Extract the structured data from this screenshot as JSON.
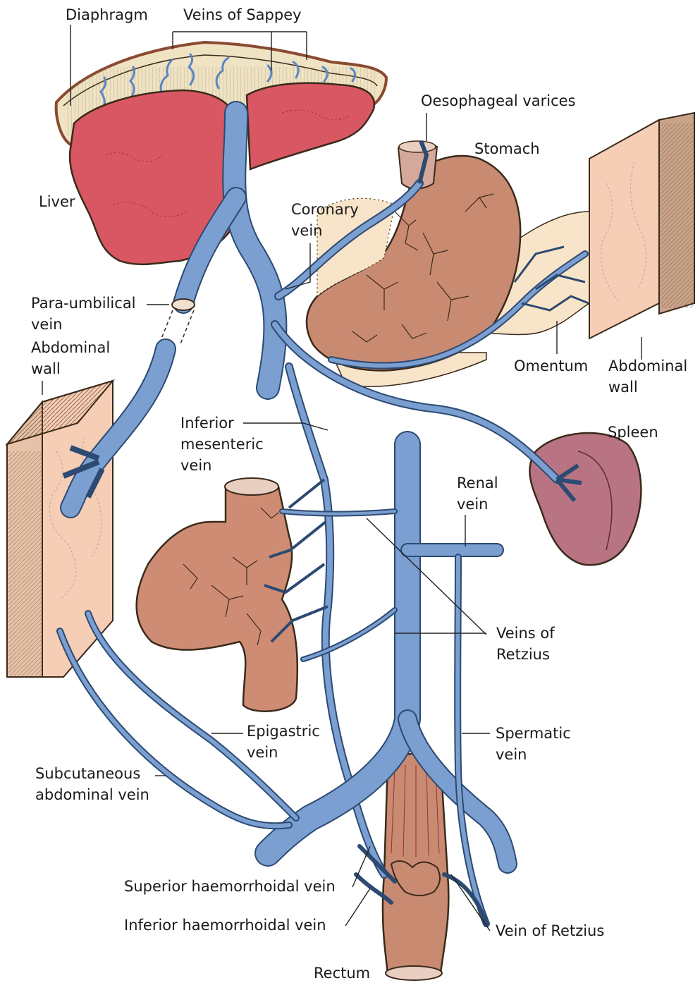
{
  "colors": {
    "vein": "#7a9fd0",
    "vein_outline": "#2c4a72",
    "liver": "#d85763",
    "diaphragm": "#efe3c4",
    "stomach": "#c98a72",
    "abdominal_wall": "#f6cdb5",
    "spleen": "#b87482",
    "omentum": "#f8e4c8",
    "bowel": "#cf8c74",
    "rectum": "#c98a72"
  },
  "labels": {
    "diaphragm": "Diaphragm",
    "veins_of_sappey": "Veins of Sappey",
    "oesophageal_varices": "Oesophageal varices",
    "stomach": "Stomach",
    "liver": "Liver",
    "coronary_vein_1": "Coronary",
    "coronary_vein_2": "vein",
    "para_umbilical_1": "Para-umbilical",
    "para_umbilical_2": "vein",
    "abdominal_wall_left_1": "Abdominal",
    "abdominal_wall_left_2": "wall",
    "omentum": "Omentum",
    "abdominal_wall_right_1": "Abdominal",
    "abdominal_wall_right_2": "wall",
    "spleen": "Spleen",
    "inferior_mesenteric_1": "Inferior",
    "inferior_mesenteric_2": "mesenteric",
    "inferior_mesenteric_3": "vein",
    "renal_vein_1": "Renal",
    "renal_vein_2": "vein",
    "veins_of_retzius_1": "Veins of",
    "veins_of_retzius_2": "Retzius",
    "epigastric_1": "Epigastric",
    "epigastric_2": "vein",
    "spermatic_1": "Spermatic",
    "spermatic_2": "vein",
    "subcutaneous_1": "Subcutaneous",
    "subcutaneous_2": "abdominal vein",
    "superior_haemorrhoidal": "Superior haemorrhoidal vein",
    "inferior_haemorrhoidal": "Inferior haemorrhoidal vein",
    "vein_of_retzius": "Vein of Retzius",
    "rectum": "Rectum"
  }
}
